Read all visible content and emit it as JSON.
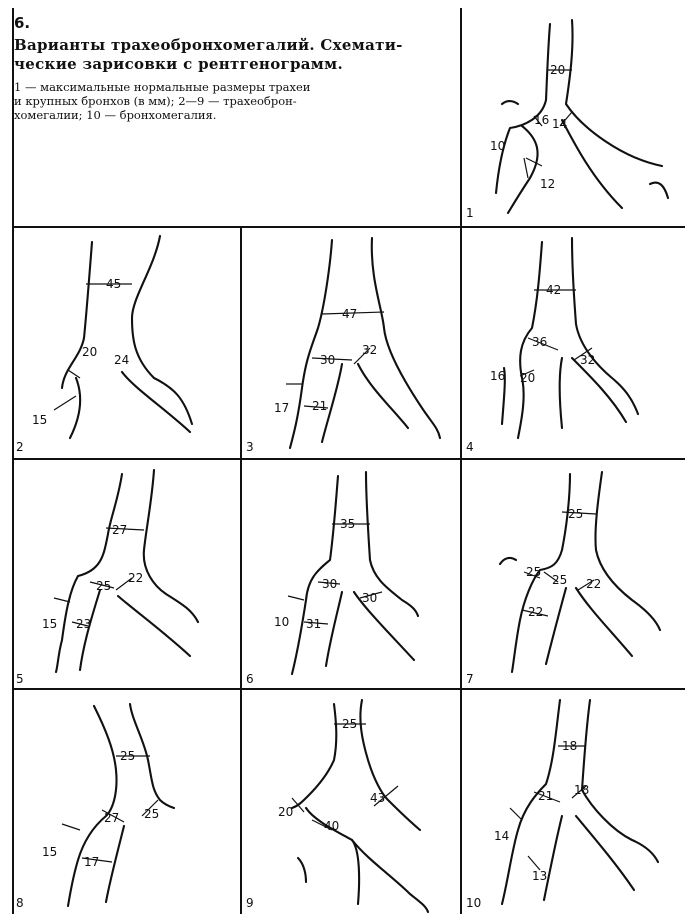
{
  "figure": {
    "number": "6.",
    "title_lines": [
      "Варианты трахеобронхомегалий. Схемати-",
      "ческие зарисовки с рентгенограмм."
    ],
    "legend_lines": [
      "1 — максимальные нормальные размеры трахеи",
      "и крупных бронхов (в мм); 2—9 — трахеоброн-",
      "хомегалии; 10 — бронхомегалия."
    ]
  },
  "panels": [
    {
      "id": "1",
      "labels": [
        "20",
        "16",
        "14",
        "10",
        "12"
      ]
    },
    {
      "id": "2",
      "labels": [
        "45",
        "20",
        "24",
        "15"
      ]
    },
    {
      "id": "3",
      "labels": [
        "47",
        "30",
        "32",
        "17",
        "21"
      ]
    },
    {
      "id": "4",
      "labels": [
        "42",
        "36",
        "32",
        "16",
        "20"
      ]
    },
    {
      "id": "5",
      "labels": [
        "27",
        "25",
        "22",
        "15",
        "23"
      ]
    },
    {
      "id": "6",
      "labels": [
        "35",
        "30",
        "30",
        "10",
        "31"
      ]
    },
    {
      "id": "7",
      "labels": [
        "25",
        "25",
        "25",
        "22",
        "22"
      ]
    },
    {
      "id": "8",
      "labels": [
        "25",
        "27",
        "25",
        "15",
        "17"
      ]
    },
    {
      "id": "9",
      "labels": [
        "25",
        "20",
        "40",
        "43"
      ]
    },
    {
      "id": "10",
      "labels": [
        "18",
        "21",
        "18",
        "14",
        "13"
      ]
    }
  ]
}
